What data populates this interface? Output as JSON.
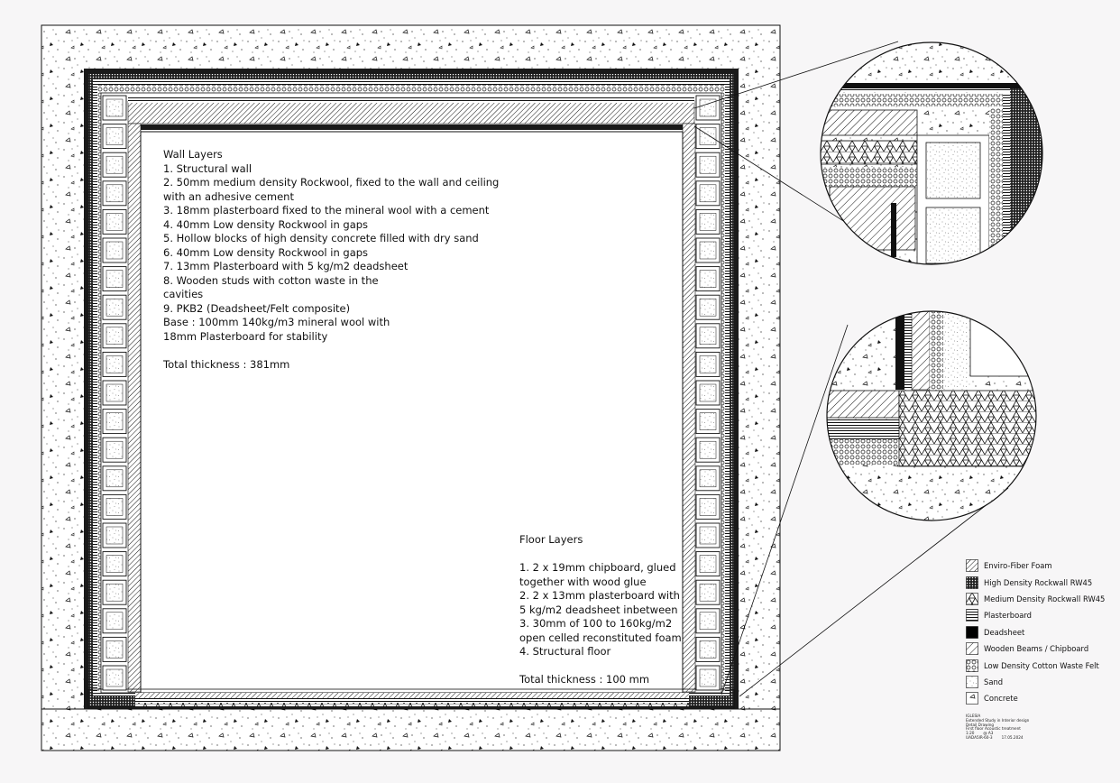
{
  "wall_notes": {
    "lines": [
      "Wall Layers",
      "1. Structural wall",
      "2. 50mm medium density Rockwool, fixed to the wall and ceiling",
      "with an adhesive cement",
      "3. 18mm plasterboard fixed to the mineral wool with a cement",
      "4. 40mm Low density Rockwool in gaps",
      "5. Hollow blocks of high density concrete filled with dry sand",
      "6. 40mm Low density Rockwool in gaps",
      "7. 13mm Plasterboard with 5 kg/m2 deadsheet",
      "8. Wooden studs with cotton waste in the",
      "cavities",
      "9. PKB2 (Deadsheet/Felt composite)",
      "Base : 100mm 140kg/m3 mineral wool with",
      "18mm Plasterboard for stability",
      "",
      "Total thickness : 381mm"
    ]
  },
  "floor_notes": {
    "lines": [
      "Floor Layers",
      "",
      "1. 2 x 19mm chipboard, glued",
      "together with wood glue",
      "2. 2 x 13mm plasterboard with",
      "5 kg/m2 deadsheet inbetween",
      "3. 30mm of 100 to 160kg/m2",
      "open celled reconstituted foam",
      "4. Structural floor",
      "",
      "Total thickness : 100 mm"
    ]
  },
  "legend": [
    {
      "label": "Enviro-Fiber Foam",
      "pattern": "diag-fine"
    },
    {
      "label": "High Density Rockwall RW45",
      "pattern": "dense-dots"
    },
    {
      "label": "Medium Density Rockwall RW45",
      "pattern": "triangles"
    },
    {
      "label": "Plasterboard",
      "pattern": "horizontal"
    },
    {
      "label": "Deadsheet",
      "pattern": "solid"
    },
    {
      "label": "Wooden Beams / Chipboard",
      "pattern": "diag-wide"
    },
    {
      "label": "Low Density Cotton Waste Felt",
      "pattern": "circles"
    },
    {
      "label": "Sand",
      "pattern": "sand"
    },
    {
      "label": "Concrete",
      "pattern": "concrete"
    }
  ],
  "title_block": {
    "name": "IGLESIA",
    "lines": [
      "Extended Study in Interior design",
      "Detail Drawing",
      "First floor Acoustic treatment"
    ],
    "scale": "1:20",
    "sheet": "@ A3",
    "code": "UADA5IR-60-3",
    "date": "17.05.2024"
  },
  "colors": {
    "ink": "#111111",
    "paper": "#f7f6f7",
    "white": "#ffffff"
  }
}
